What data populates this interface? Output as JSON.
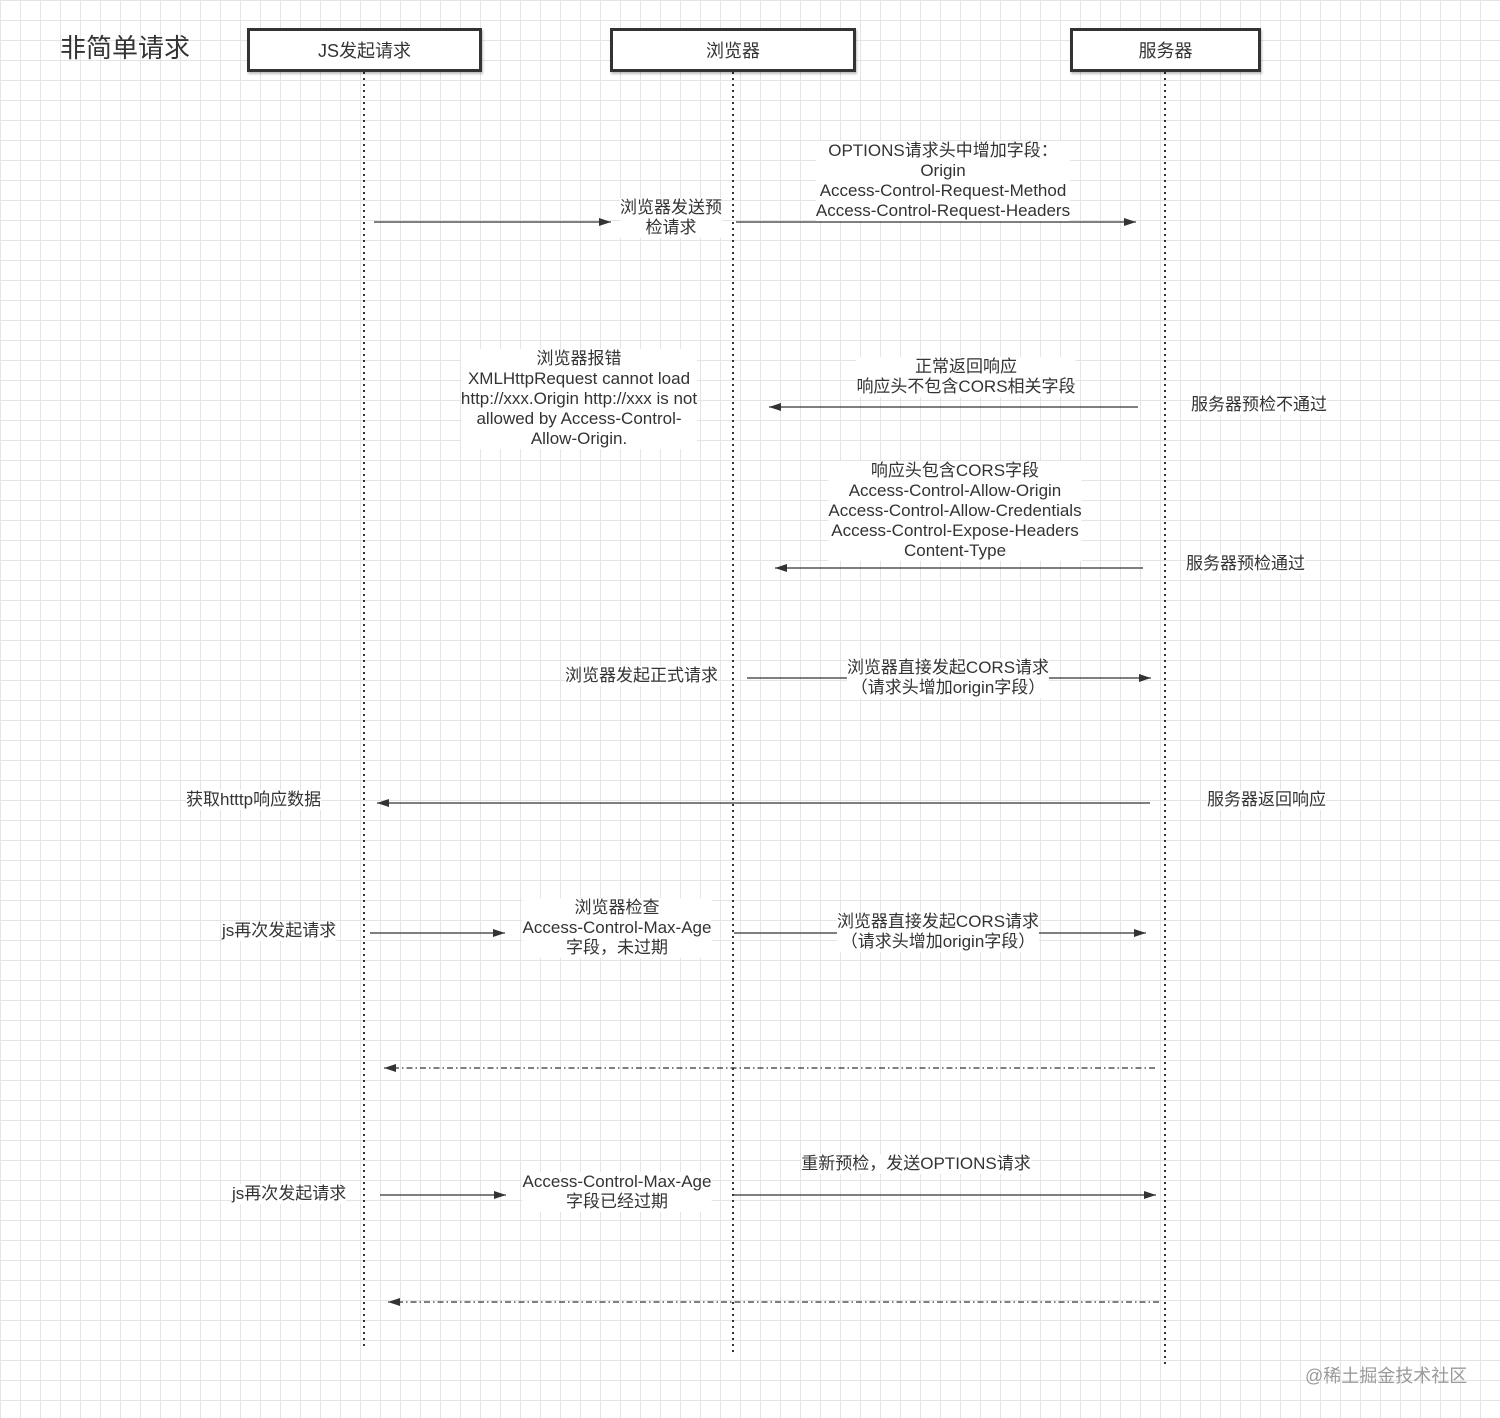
{
  "title": "非简单请求",
  "participants": [
    {
      "name": "JS发起请求"
    },
    {
      "name": "浏览器"
    },
    {
      "name": "服务器"
    }
  ],
  "labels": {
    "options_fields": "OPTIONS请求头中增加字段：\nOrigin\nAccess-Control-Request-Method\nAccess-Control-Request-Headers",
    "send_preflight": "浏览器发送预\n检请求",
    "browser_error": "浏览器报错\nXMLHttpRequest cannot load\nhttp://xxx.Origin http://xxx is not\nallowed by Access-Control-\nAllow-Origin.",
    "normal_response": "正常返回响应\n响应头不包含CORS相关字段",
    "preflight_fail": "服务器预检不通过",
    "cors_fields": "响应头包含CORS字段\nAccess-Control-Allow-Origin\nAccess-Control-Allow-Credentials\nAccess-Control-Expose-Headers\nContent-Type",
    "preflight_pass": "服务器预检通过",
    "formal_request": "浏览器发起正式请求",
    "cors_request_1": "浏览器直接发起CORS请求\n（请求头增加origin字段）",
    "get_response": "获取htttp响应数据",
    "server_response": "服务器返回响应",
    "js_again_1": "js再次发起请求",
    "max_age_check": "浏览器检查\nAccess-Control-Max-Age\n字段，未过期",
    "cors_request_2": "浏览器直接发起CORS请求\n（请求头增加origin字段）",
    "js_again_2": "js再次发起请求",
    "max_age_expired": "Access-Control-Max-Age\n字段已经过期",
    "re_preflight": "重新预检，发送OPTIONS请求"
  },
  "watermark": "@稀土掘金技术社区",
  "colors": {
    "line": "#333333",
    "grid": "#e4e4e4",
    "text": "#333333",
    "watermark": "#9a9a9a"
  }
}
